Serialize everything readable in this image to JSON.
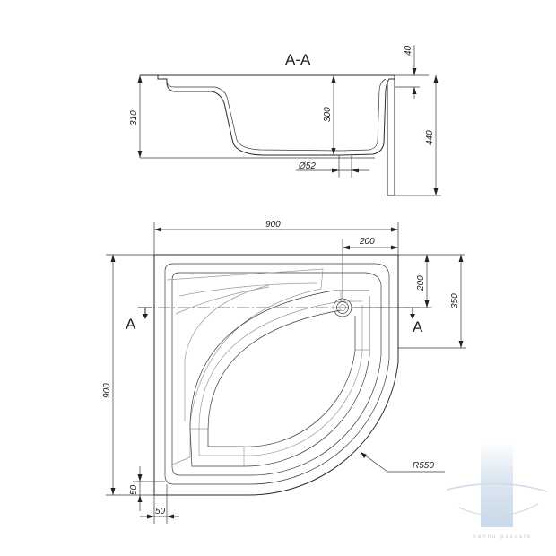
{
  "section": {
    "title": "A-A",
    "dims": {
      "d40": "40",
      "d310": "310",
      "d300": "300",
      "d440": "440",
      "d52": "Ø52"
    }
  },
  "plan": {
    "dims": {
      "d900_top": "900",
      "d200_top": "200",
      "d200_right": "200",
      "d350": "350",
      "d900_left": "900",
      "d50_bottom": "50",
      "d50_left": "50",
      "radius": "R550"
    },
    "section_marks": {
      "left": "A",
      "right": "A"
    }
  },
  "watermark": {
    "text": "vannu pasaule"
  },
  "colors": {
    "line": "#2a2a2a",
    "watermark": "#c9d8e8"
  }
}
